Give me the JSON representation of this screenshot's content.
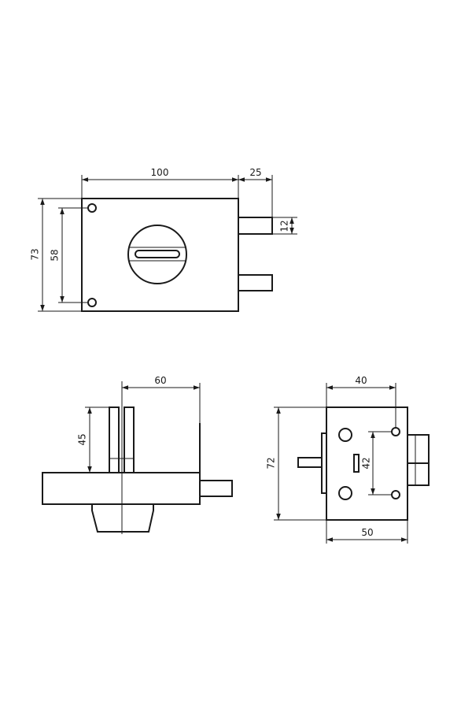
{
  "dimensions": {
    "front_width": "100",
    "front_bolt_projection": "25",
    "front_height": "73",
    "front_hole_spacing": "58",
    "front_bolt_thickness": "12",
    "top_cylinder_offset": "60",
    "top_cylinder_height": "45",
    "side_width_top": "40",
    "side_width_bottom": "50",
    "side_height": "72",
    "side_hole_spacing": "42"
  }
}
